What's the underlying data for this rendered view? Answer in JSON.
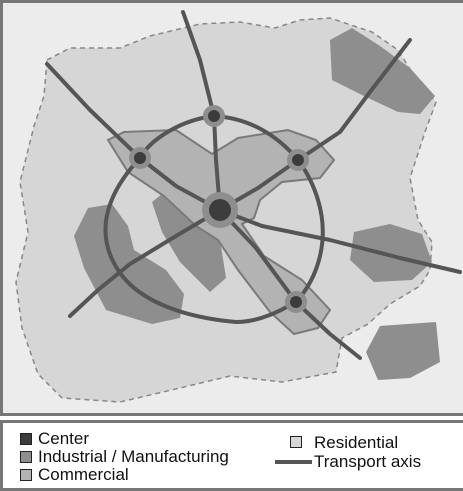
{
  "legend": {
    "center_label": "Center",
    "industrial_label": "Industrial / Manufacturing",
    "commercial_label": "Commercial",
    "residential_label": "Residential",
    "transport_label": "Transport axis"
  },
  "colors": {
    "center": "#3c3c3c",
    "industrial": "#8e8e8e",
    "commercial": "#b3b3b3",
    "residential": "#d6d6d6",
    "transport": "#555555",
    "background": "#ececec"
  }
}
